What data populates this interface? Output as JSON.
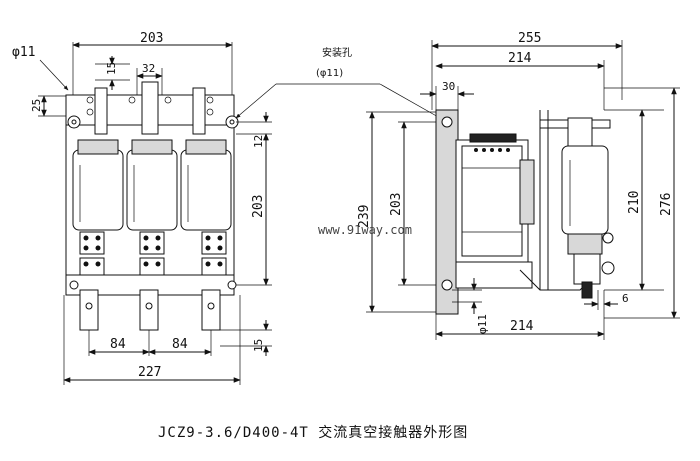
{
  "front_view": {
    "overall_width": "203",
    "hole_diameter": "φ11",
    "offset_15": "15",
    "pole_width": "32",
    "offset_25": "25",
    "offset_12": "12",
    "mount_spacing": "203",
    "pitch_left": "84",
    "pitch_right": "84",
    "bottom_offset": "15",
    "base_width": "227"
  },
  "side_view": {
    "overall_depth": "255",
    "depth_upper": "214",
    "flange": "30",
    "height_239": "239",
    "height_203": "203",
    "height_210": "210",
    "height_276": "276",
    "offset_6": "6",
    "hole_diameter": "φ11",
    "depth_lower": "214"
  },
  "annotation": {
    "line1": "安装孔",
    "line2": "(φ11)"
  },
  "watermark": "www.91way.com",
  "caption": "JCZ9-3.6/D400-4T 交流真空接触器外形图"
}
